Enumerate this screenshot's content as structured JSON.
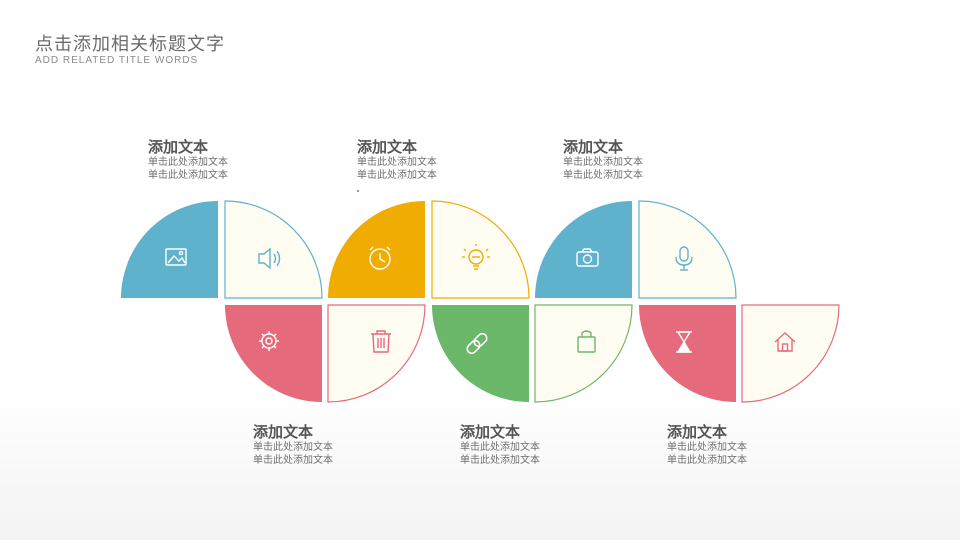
{
  "header": {
    "title": "点击添加相关标题文字",
    "subtitle": "ADD RELATED TITLE WORDS"
  },
  "blocks": [
    {
      "heading": "添加文本",
      "line1": "单击此处添加文本",
      "line2": "单击此处添加文本"
    },
    {
      "heading": "添加文本",
      "line1": "单击此处添加文本",
      "line2": "单击此处添加文本"
    },
    {
      "heading": "添加文本",
      "line1": "单击此处添加文本",
      "line2": "单击此处添加文本"
    },
    {
      "heading": "添加文本",
      "line1": "单击此处添加文本",
      "line2": "单击此处添加文本"
    },
    {
      "heading": "添加文本",
      "line1": "单击此处添加文本",
      "line2": "单击此处添加文本"
    },
    {
      "heading": "添加文本",
      "line1": "单击此处添加文本",
      "line2": "单击此处添加文本"
    }
  ],
  "colors": {
    "blue": "#5fb2cc",
    "orange": "#f0ac00",
    "pink": "#e56a7b",
    "green": "#6cb86a",
    "cream": "#fffdf2"
  },
  "icons": [
    "image-icon",
    "speaker-icon",
    "alarm-clock-icon",
    "lightbulb-icon",
    "camera-icon",
    "microphone-icon",
    "gear-icon",
    "trash-icon",
    "link-icon",
    "shopping-bag-icon",
    "hourglass-icon",
    "home-icon"
  ]
}
